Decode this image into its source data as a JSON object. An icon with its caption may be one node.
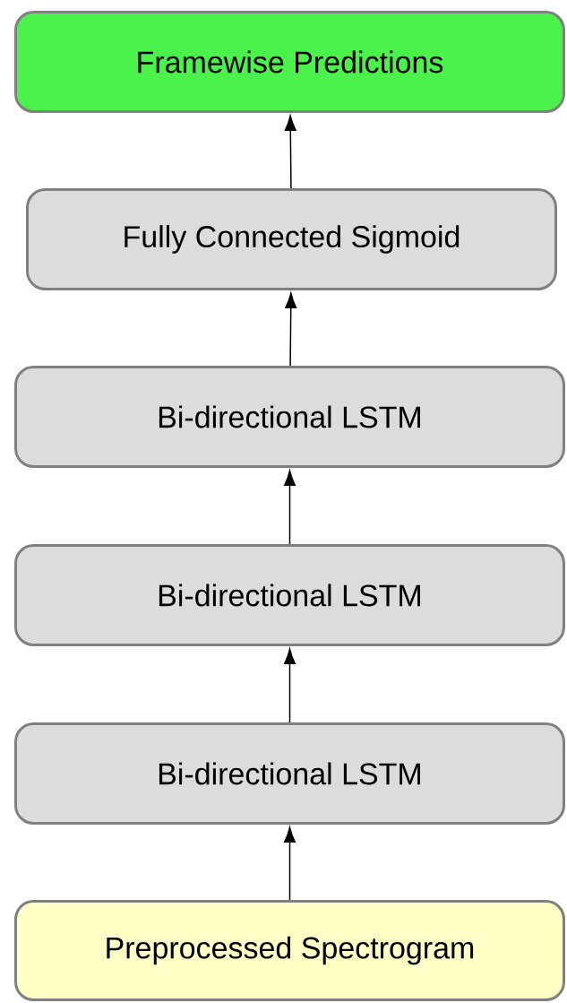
{
  "diagram": {
    "nodes": [
      {
        "text": [
          "Framewise Predictions"
        ]
      },
      {
        "text": [
          "Fully Connected Sigmoid"
        ]
      },
      {
        "text": [
          "Bi-directional LSTM"
        ]
      },
      {
        "text": [
          "Bi-directional LSTM"
        ]
      },
      {
        "text": [
          "Bi-directional LSTM"
        ]
      },
      {
        "text": [
          "Preprocessed Spectrogram"
        ]
      }
    ],
    "edges": [
      {
        "from": 5,
        "to": 4,
        "arrow": "to"
      },
      {
        "from": 4,
        "to": 3,
        "arrow": "to"
      },
      {
        "from": 3,
        "to": 2,
        "arrow": "to"
      },
      {
        "from": 2,
        "to": 1,
        "arrow": "to"
      },
      {
        "from": 1,
        "to": 0,
        "arrow": "to"
      }
    ]
  }
}
